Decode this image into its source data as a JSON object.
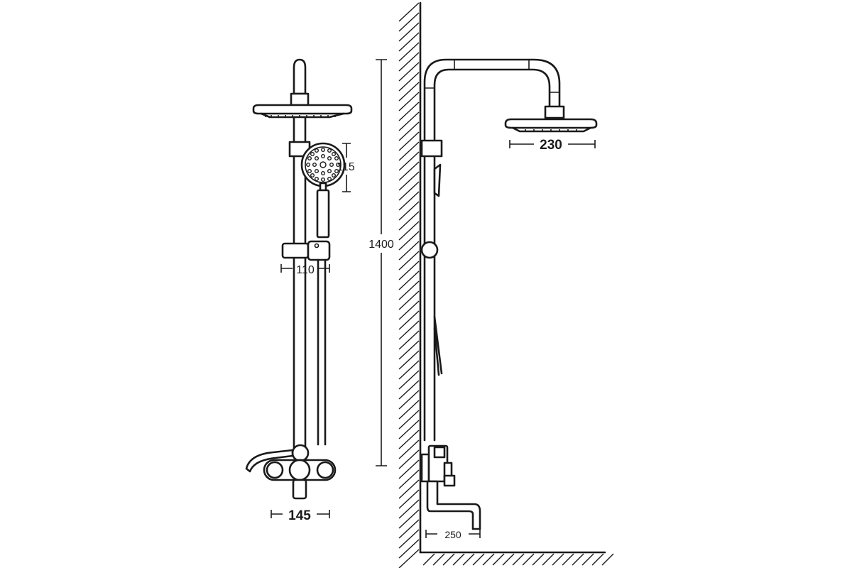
{
  "dimensions": {
    "overall_height": "1400",
    "rain_head_front": "230",
    "hand_shower": "115",
    "holder_width": "110",
    "mixer_width": "145",
    "spout_reach": "250"
  }
}
